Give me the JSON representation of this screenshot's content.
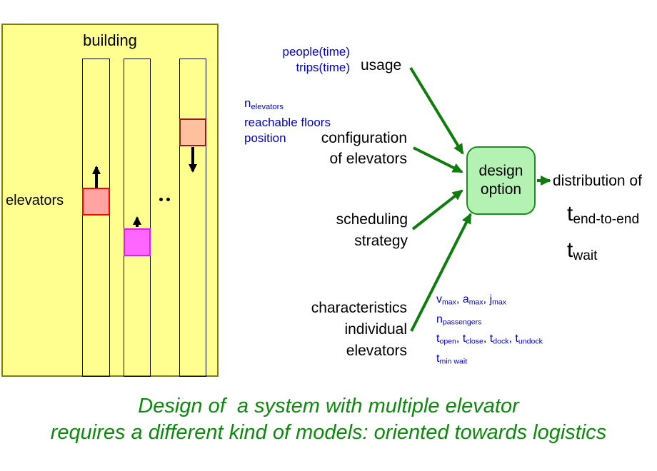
{
  "colors": {
    "building_fill": "#ffff8f",
    "building_border": "#7f7f00",
    "blue_text": "#0000d0",
    "green_arrow": "#0e7d0e",
    "box_fill": "#b4f2b4",
    "box_border": "#1e8c1e",
    "caption_green": "#0c8a0c",
    "car1_fill": "#ffa3a3",
    "car1_border": "#ff0000",
    "car2_fill": "#ff66ff",
    "car2_border": "#e01fe0",
    "car3_fill": "#ffc09e",
    "car3_border": "#8f1f1f"
  },
  "building": {
    "label": "building",
    "elevators_label": "elevators"
  },
  "inputs": {
    "usage": {
      "label": "usage",
      "params": [
        "people(time)",
        "trips(time)"
      ]
    },
    "configuration": {
      "lines": [
        "configuration",
        "of elevators"
      ],
      "params": [
        [
          {
            "t": "n"
          },
          {
            "t": "elevators",
            "sub": true
          }
        ],
        [
          {
            "t": "reachable floors"
          }
        ],
        [
          {
            "t": "position"
          }
        ]
      ]
    },
    "scheduling": {
      "lines": [
        "scheduling",
        "strategy"
      ]
    },
    "characteristics": {
      "lines": [
        "characteristics",
        "individual",
        "elevators"
      ],
      "params": [
        [
          {
            "t": "v"
          },
          {
            "t": "max",
            "sub": true
          },
          {
            "t": ", "
          },
          {
            "t": "a"
          },
          {
            "t": "max",
            "sub": true
          },
          {
            "t": ", "
          },
          {
            "t": "j"
          },
          {
            "t": "max",
            "sub": true
          }
        ],
        [
          {
            "t": "n"
          },
          {
            "t": "passengers",
            "sub": true
          }
        ],
        [
          {
            "t": "t"
          },
          {
            "t": "open",
            "sub": true
          },
          {
            "t": ", "
          },
          {
            "t": "t"
          },
          {
            "t": "close",
            "sub": true
          },
          {
            "t": ", "
          },
          {
            "t": "t"
          },
          {
            "t": "dock",
            "sub": true
          },
          {
            "t": ", "
          },
          {
            "t": "t"
          },
          {
            "t": "undock",
            "sub": true
          }
        ],
        [
          {
            "t": "t"
          },
          {
            "t": "min wait",
            "sub": true
          }
        ]
      ]
    }
  },
  "process": {
    "box_lines": [
      "design",
      "option"
    ]
  },
  "outputs": {
    "label": "distribution of",
    "metrics": [
      [
        {
          "t": "t"
        },
        {
          "t": "end-to-end",
          "sub": true
        }
      ],
      [
        {
          "t": "t"
        },
        {
          "t": "wait",
          "sub": true
        }
      ]
    ]
  },
  "caption": {
    "line1": "Design of  a system with multiple elevator",
    "line2": "requires a different kind of models: oriented towards logistics"
  }
}
